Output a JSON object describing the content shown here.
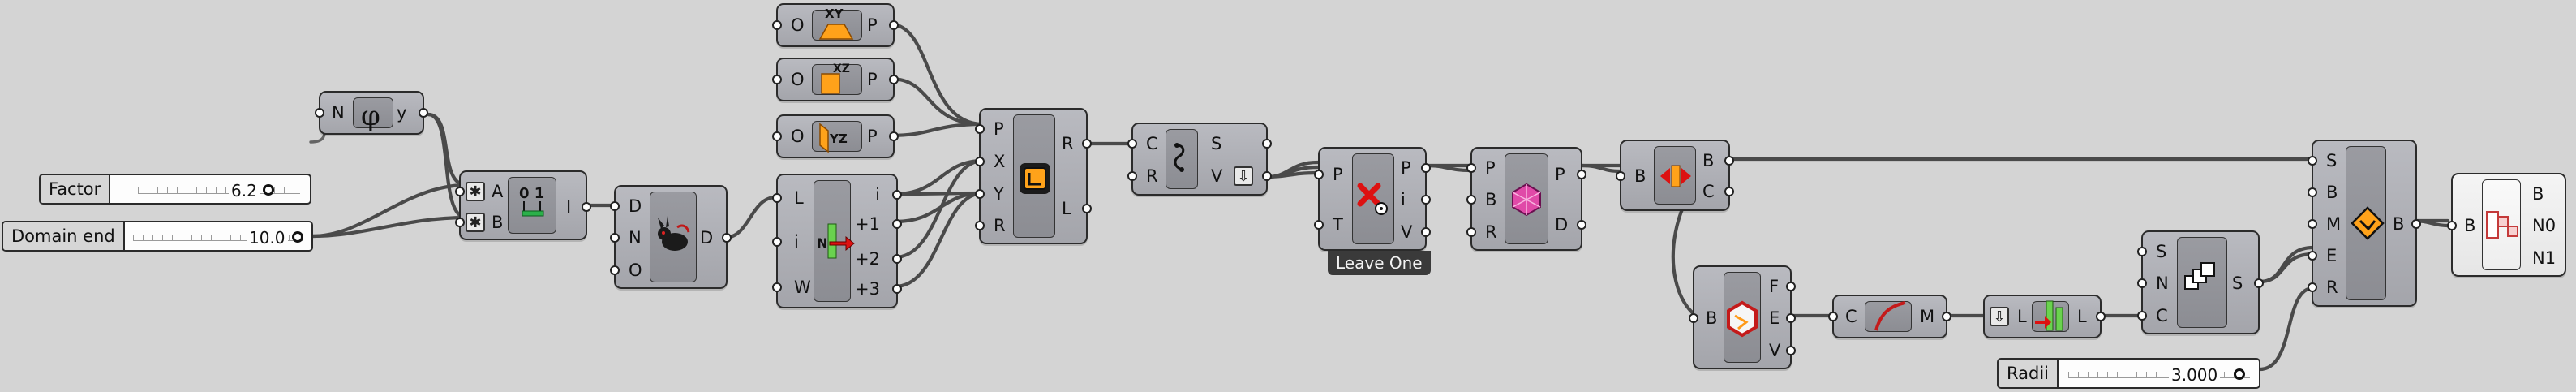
{
  "canvas": {
    "background": "#d4d4d4",
    "wire_color": "#4a4a4a"
  },
  "sliders": [
    {
      "name": "Factor",
      "value": "6.2"
    },
    {
      "name": "Domain end",
      "value": "10.0"
    },
    {
      "name": "Radii",
      "value": "3.000"
    }
  ],
  "components": {
    "golden_ratio": {
      "in": [
        "N"
      ],
      "out": [
        "y"
      ],
      "icon": "phi-icon"
    },
    "range": {
      "in": [
        "A",
        "B"
      ],
      "out": [
        "I"
      ],
      "icon": "range-icon"
    },
    "populate": {
      "in": [
        "D",
        "N",
        "O"
      ],
      "out": [
        "D"
      ],
      "icon": "populate-rabbit-icon"
    },
    "list_shift": {
      "in": [
        "L",
        "i",
        "W"
      ],
      "out": [
        "i",
        "+1",
        "+2",
        "+3"
      ],
      "icon": "shift-list-icon"
    },
    "plane_xy": {
      "in": [
        "O"
      ],
      "out": [
        "P"
      ],
      "icon": "xy-plane-icon"
    },
    "plane_xz": {
      "in": [
        "O"
      ],
      "out": [
        "P"
      ],
      "icon": "xz-plane-icon"
    },
    "plane_yz": {
      "in": [
        "O"
      ],
      "out": [
        "P"
      ],
      "icon": "yz-plane-icon"
    },
    "rectangle": {
      "in": [
        "P",
        "X",
        "Y",
        "R"
      ],
      "out": [
        "R",
        "L"
      ],
      "icon": "rectangle-icon"
    },
    "explode": {
      "in": [
        "C",
        "R"
      ],
      "out": [
        "S",
        "V"
      ],
      "icon": "explode-icon"
    },
    "cull": {
      "in": [
        "P",
        "T"
      ],
      "out": [
        "P",
        "i",
        "V"
      ],
      "icon": "cull-points-icon",
      "tag": "Leave One"
    },
    "brep_box": {
      "in": [
        "P",
        "B",
        "R"
      ],
      "out": [
        "P",
        "D"
      ],
      "icon": "gem-icon"
    },
    "brep_edges": {
      "in": [
        "B"
      ],
      "out": [
        "B",
        "C"
      ],
      "icon": "deconstruct-brep-icon"
    },
    "fillet": {
      "in": [
        "S",
        "B",
        "M",
        "E",
        "R"
      ],
      "out": [
        "B"
      ],
      "icon": "fillet-edge-icon"
    },
    "deconstruct_brep": {
      "in": [
        "B"
      ],
      "out": [
        "F",
        "E",
        "V"
      ],
      "icon": "brep-components-icon"
    },
    "curve_middle": {
      "in": [
        "C"
      ],
      "out": [
        "M"
      ],
      "icon": "curve-middle-icon"
    },
    "list_item": {
      "in": [
        "L"
      ],
      "out": [
        "L"
      ],
      "icon": "list-item-icon"
    },
    "sort": {
      "in": [
        "S",
        "N",
        "C"
      ],
      "out": [
        "S"
      ],
      "icon": "sort-icon"
    },
    "output_param": {
      "in": [
        "B"
      ],
      "out": [
        "B",
        "N0",
        "N1"
      ],
      "icon": "split-tree-icon"
    }
  }
}
